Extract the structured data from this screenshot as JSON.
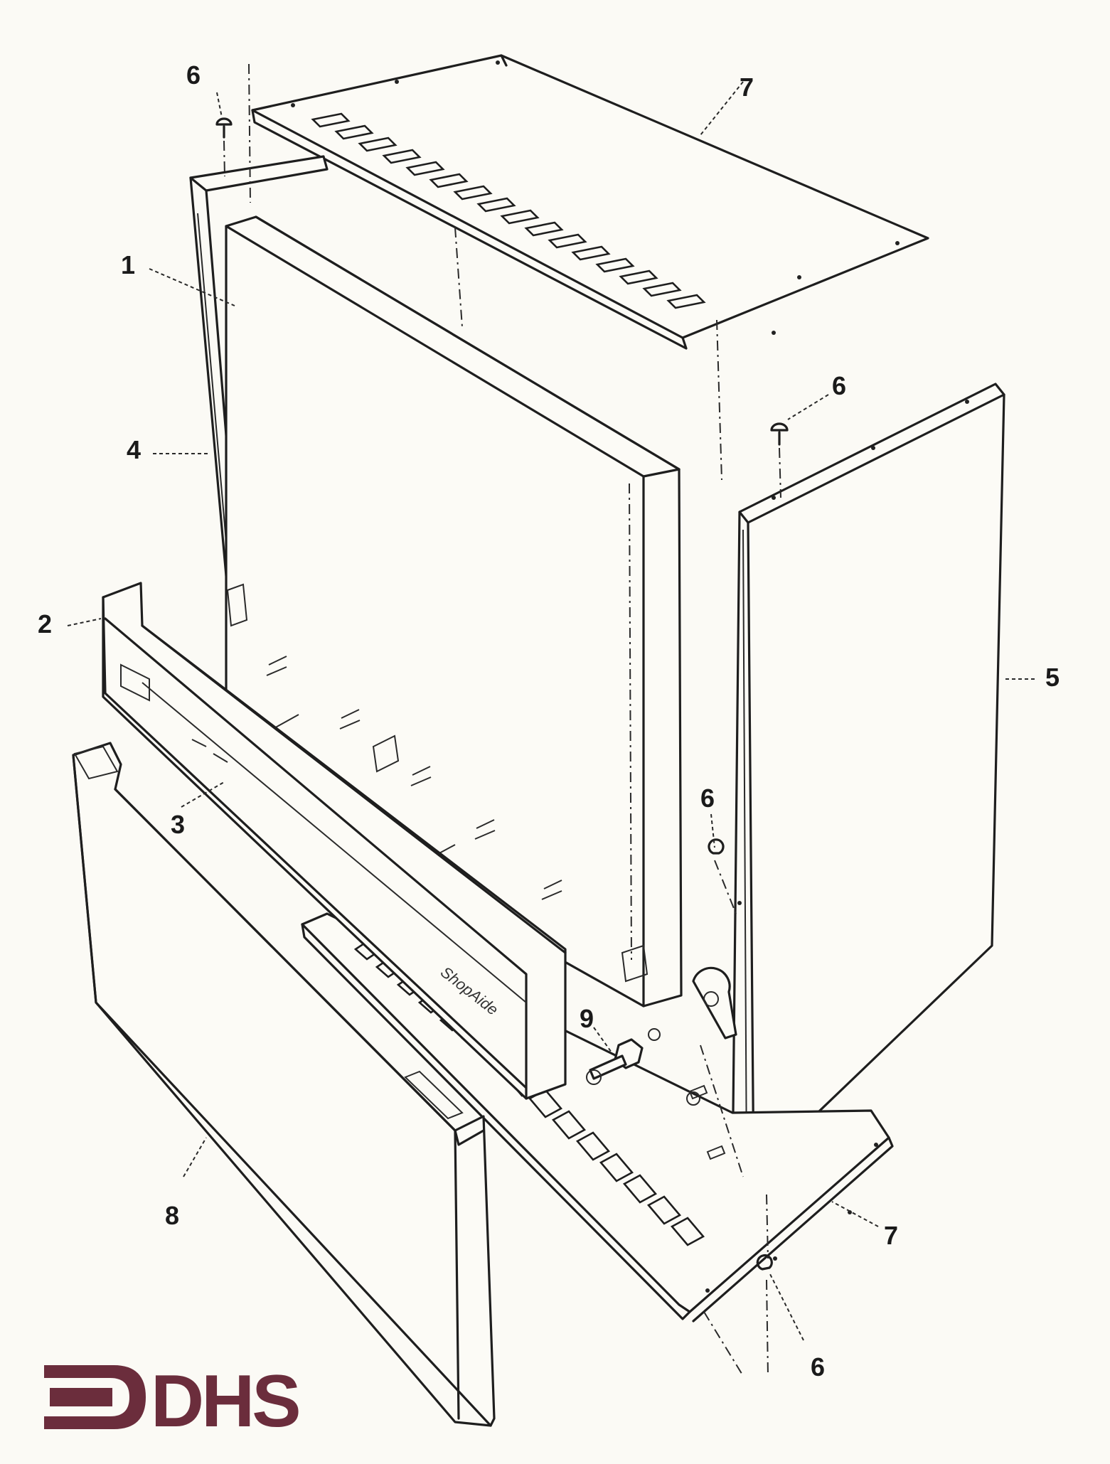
{
  "callouts": {
    "c1": "1",
    "c2": "2",
    "c3": "3",
    "c4": "4",
    "c5": "5",
    "c6_top": "6",
    "c6_right": "6",
    "c6_mid": "6",
    "c6_bottom": "6",
    "c7_top": "7",
    "c7_bottom": "7",
    "c8": "8",
    "c9": "9"
  },
  "panel_label": "ShopAide",
  "logo": {
    "text": "DHS",
    "color": "#6b2d3c"
  }
}
